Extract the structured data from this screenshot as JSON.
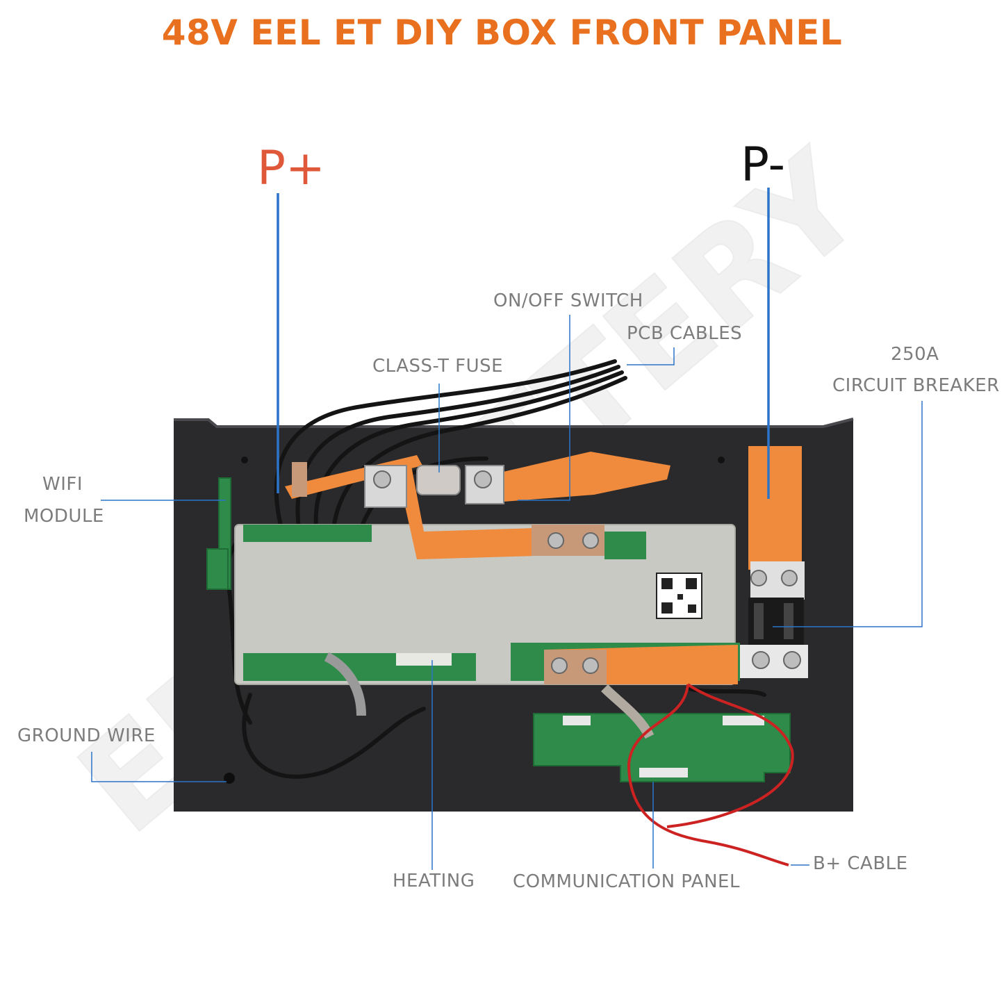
{
  "title": "48V EEL ET DIY BOX FRONT PANEL",
  "colors": {
    "title": "#e8701f",
    "p_plus": "#e0583a",
    "p_minus": "#111111",
    "leader": "#2b74c9",
    "busbar": "#f08a3c",
    "panel": "#2a2a2c",
    "board": "#c9c9c4",
    "pcb": "#2e8b4a"
  },
  "watermark": "EEL BATTERY",
  "terminals": {
    "p_plus": "P+",
    "p_minus": "P-"
  },
  "callouts": {
    "on_off_switch": "ON/OFF SWITCH",
    "pcb_cables": "PCB CABLES",
    "class_t_fuse": "CLASS-T FUSE",
    "breaker_rating": "250A",
    "circuit_breaker": "CIRCUIT BREAKER",
    "wifi": "WIFI",
    "module": "MODULE",
    "ground_wire": "GROUND WIRE",
    "heating": "HEATING",
    "communication_panel": "COMMUNICATION PANEL",
    "b_plus_cable": "B+ CABLE"
  }
}
